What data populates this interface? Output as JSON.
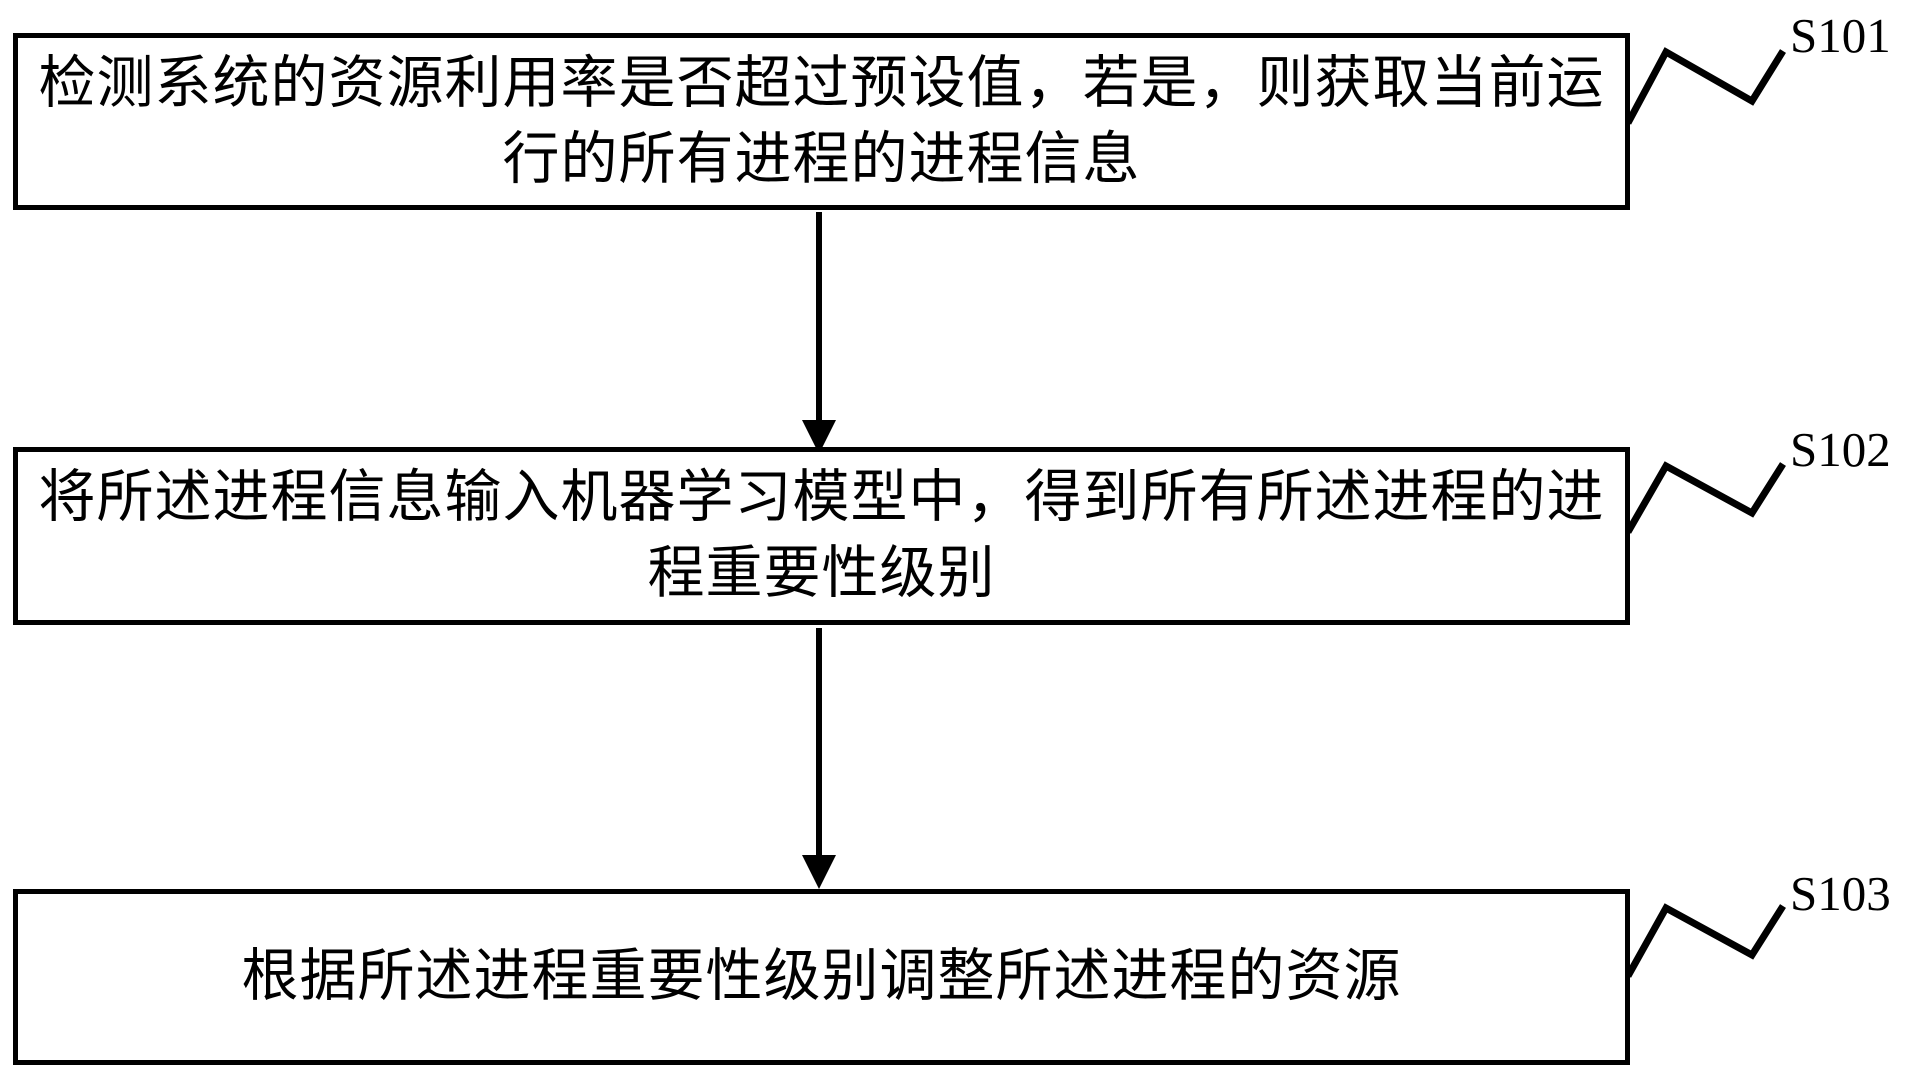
{
  "figure": {
    "background_color": "#ffffff",
    "stroke_color": "#000000",
    "type": "flowchart",
    "direction": "top-down"
  },
  "steps": [
    {
      "label": "S101",
      "lines": [
        "检测系统的资源利用率是否超过预设值，若是，则获取当前运",
        "行的所有进程的进程信息"
      ]
    },
    {
      "label": "S102",
      "lines": [
        "将所述进程信息输入机器学习模型中，得到所有所述进程的进",
        "程重要性级别"
      ]
    },
    {
      "label": "S103",
      "lines": [
        "根据所述进程重要性级别调整所述进程的资源"
      ]
    }
  ]
}
